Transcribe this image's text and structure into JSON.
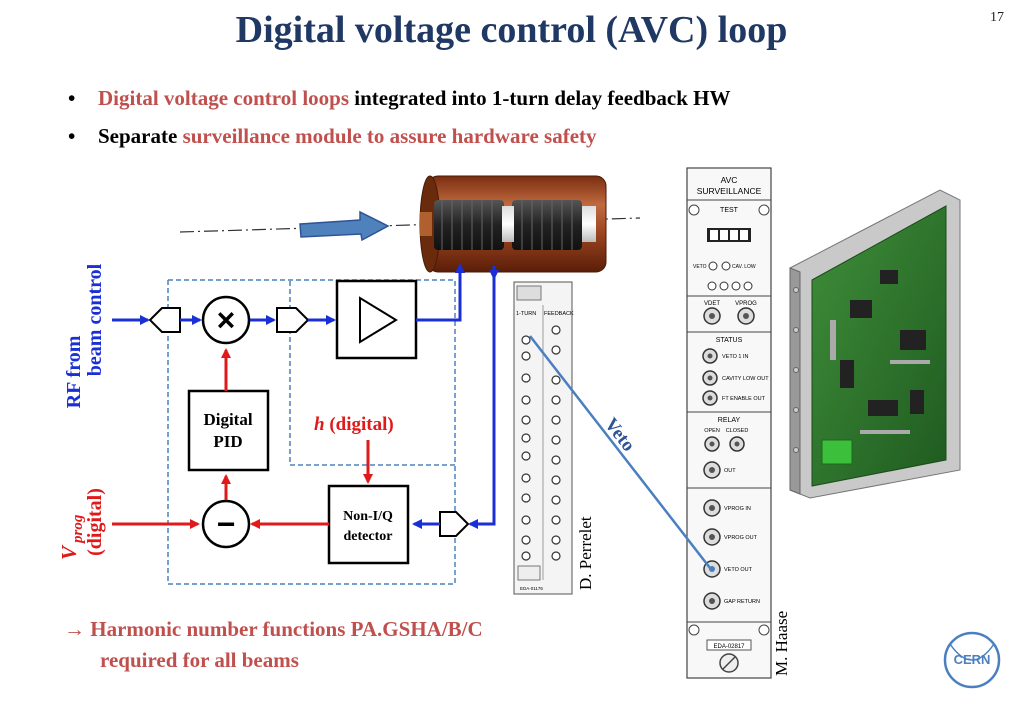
{
  "page": {
    "title": "Digital voltage control (AVC) loop",
    "page_number": "17"
  },
  "bullets": [
    {
      "highlight": "Digital voltage control loops",
      "rest": " integrated into 1-turn delay feedback HW"
    },
    {
      "lead": "Separate ",
      "highlight": "surveillance module to assure hardware safety"
    }
  ],
  "diagram": {
    "rf_label_line1": "RF from",
    "rf_label_line2": "beam control",
    "vprog_label_v": "V",
    "vprog_label_sub": "prog",
    "vprog_label_digital": "(digital)",
    "pid_line1": "Digital",
    "pid_line2": "PID",
    "h_label_h": "h",
    "h_label_rest": " (digital)",
    "detector_line1": "Non-I/Q",
    "detector_line2": "detector",
    "multiplier_symbol": "×",
    "subtractor_symbol": "−",
    "veto_label": "Veto"
  },
  "panel": {
    "title_line1": "AVC",
    "title_line2": "SURVEILLANCE",
    "test": "TEST",
    "veto": "VETO",
    "cav_low": "CAV. LOW",
    "vdet": "VDET",
    "vprog": "VPROG",
    "status": "STATUS",
    "veto1": "VETO 1 IN",
    "cavity_low": "CAVITY LOW OUT",
    "ft_enable": "FT ENABLE OUT",
    "relay": "RELAY",
    "open": "OPEN",
    "closed": "CLOSED",
    "out": "OUT",
    "vprog_in": "VPROG IN",
    "vprog_out": "VPROG OUT",
    "veto_out": "VETO OUT",
    "gap_return": "GAP RETURN",
    "model": "EDA-02817"
  },
  "left_panel": {
    "title1": "1-TURN",
    "title2": "FEEDBACK",
    "model": "EDA-01176"
  },
  "credits": {
    "perrelet": "D. Perrelet",
    "haase": "M. Haase"
  },
  "note": {
    "arrow": "→",
    "line1": "Harmonic number functions PA.GSHA/B/C",
    "line2": "required for all beams"
  },
  "logo": {
    "text": "CERN"
  },
  "colors": {
    "title": "#1f3864",
    "accent_red": "#c0504d",
    "signal_blue": "#1a2fd6",
    "signal_red": "#e01a1a",
    "veto_line": "#4a7fc0"
  }
}
